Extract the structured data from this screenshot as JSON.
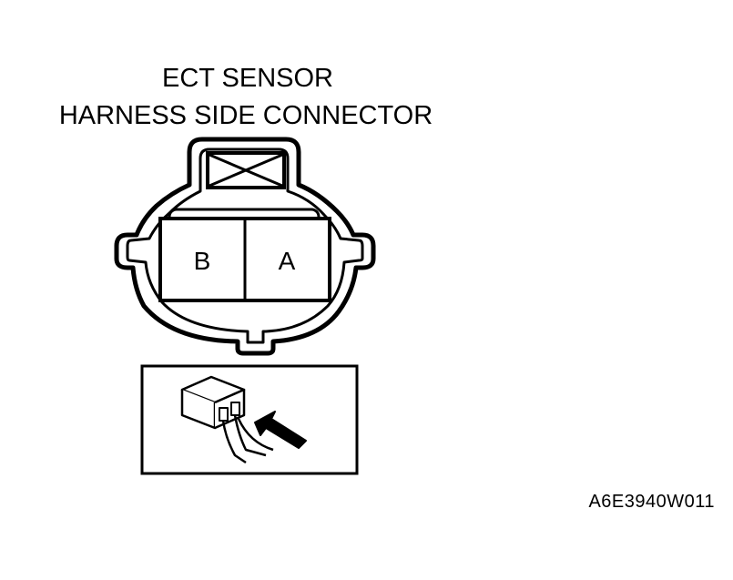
{
  "title": {
    "line1": "ECT SENSOR",
    "line2": "HARNESS SIDE CONNECTOR"
  },
  "connector": {
    "terminals": [
      {
        "label": "B"
      },
      {
        "label": "A"
      }
    ]
  },
  "figure_code": "A6E3940W011",
  "colors": {
    "line": "#000000",
    "background": "#ffffff"
  }
}
